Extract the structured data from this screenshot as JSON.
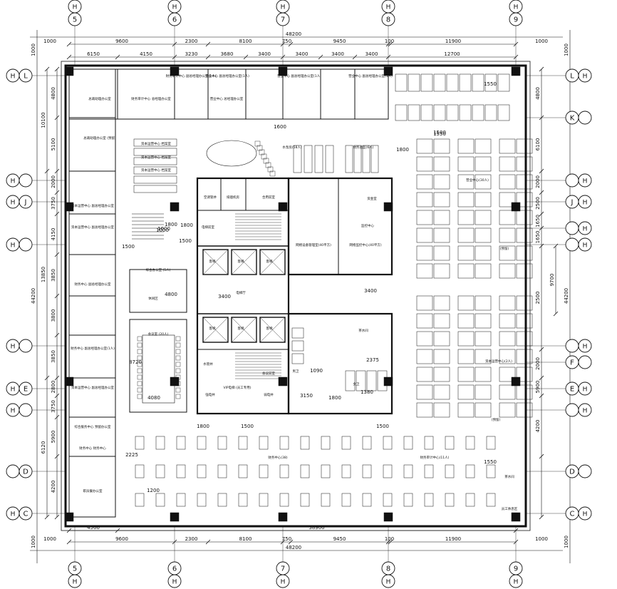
{
  "top_axes": [
    {
      "id": "5",
      "sub": "H"
    },
    {
      "id": "6",
      "sub": "H"
    },
    {
      "id": "7",
      "sub": "H"
    },
    {
      "id": "8",
      "sub": "H"
    },
    {
      "id": "9",
      "sub": "H"
    }
  ],
  "bottom_axes": [
    {
      "id": "5",
      "sub": "H"
    },
    {
      "id": "6",
      "sub": "H"
    },
    {
      "id": "7",
      "sub": "H"
    },
    {
      "id": "8",
      "sub": "H"
    },
    {
      "id": "9",
      "sub": "H"
    }
  ],
  "left_axes": [
    {
      "id": "L",
      "sub": "H"
    },
    {
      "id": "",
      "sub": "H"
    },
    {
      "id": "J",
      "sub": "H"
    },
    {
      "id": "",
      "sub": "H"
    },
    {
      "id": "",
      "sub": "H"
    },
    {
      "id": "E",
      "sub": "H"
    },
    {
      "id": "",
      "sub": "H"
    },
    {
      "id": "D",
      "sub": ""
    },
    {
      "id": "C",
      "sub": "H"
    }
  ],
  "right_axes": [
    {
      "id": "L",
      "sub": "H"
    },
    {
      "id": "K",
      "sub": ""
    },
    {
      "id": "",
      "sub": "H"
    },
    {
      "id": "J",
      "sub": "H"
    },
    {
      "id": "",
      "sub": "H"
    },
    {
      "id": "",
      "sub": "H"
    },
    {
      "id": "",
      "sub": "H"
    },
    {
      "id": "F",
      "sub": ""
    },
    {
      "id": "E",
      "sub": "H"
    },
    {
      "id": "",
      "sub": "H"
    },
    {
      "id": "D",
      "sub": ""
    },
    {
      "id": "C",
      "sub": "H"
    }
  ],
  "dims": {
    "top_total": "48200",
    "top_outer_left": "1000",
    "top_outer_right": "1000",
    "top_row1": [
      "9600",
      "2300",
      "8100",
      "750",
      "9450",
      "100",
      "11900"
    ],
    "top_row2": [
      "6150",
      "4150",
      "3230",
      "3680",
      "3400",
      "3400",
      "3400",
      "3400",
      "12700"
    ],
    "bottom_total": "48200",
    "bottom_outer_left": "1000",
    "bottom_outer_right": "1000",
    "bottom_row1": [
      "9600",
      "2300",
      "8100",
      "750",
      "9450",
      "100",
      "11900"
    ],
    "bottom_row2": [
      "4500",
      "38900"
    ],
    "left_total": "44200",
    "left_outer_top": "1000",
    "left_outer_bottom": "1000",
    "left_row1": [
      "10100",
      "13850",
      "6120"
    ],
    "left_row2": [
      "4800",
      "5100",
      "2000",
      "3750",
      "4150",
      "3850",
      "3800",
      "3850",
      "2800",
      "3750",
      "5900",
      "4200"
    ],
    "right_total": "44200",
    "right_outer_top": "1000",
    "right_outer_bottom": "1000",
    "right_row1": [
      "9700"
    ],
    "right_row2": [
      "4800",
      "6100",
      "2000",
      "2500",
      "1650",
      "1650",
      "2500",
      "2000",
      "5900",
      "4200"
    ]
  },
  "inner_dims": [
    "1550",
    "1500",
    "1600",
    "1500",
    "1800",
    "1500",
    "1800",
    "3400",
    "3400",
    "4800",
    "1000",
    "8720",
    "4080",
    "3150",
    "1800",
    "1380",
    "2375",
    "1090",
    "1800",
    "1500",
    "1500",
    "2225",
    "1000",
    "1200",
    "1550",
    "1800",
    "1550"
  ],
  "rooms": {
    "r1": "总裁助理办公室",
    "r2": "财务审计中心 副总经理办公室(1人)",
    "r3": "财务审计中心 总经理办公室",
    "r4": "营业中心 副总经理办公室(1人)",
    "r5": "营业中心 总经理办公室",
    "r6": "营业中心 副总经理办公室(1人)",
    "r7": "营业中心 副总经理办公室(1人)",
    "r8": "总裁助理办公室 (预留)",
    "r9": "资本运营中心 档案室",
    "r10": "资本运营中心 档案室",
    "r11": "资本运营中心 档案室",
    "r12": "综合办公室 (5人)",
    "r13": "会议室 (20人)",
    "r14": "空调管井",
    "r15": "排烟机房",
    "r16": "电梯前室",
    "r17": "合用前室",
    "r18": "客梯",
    "r19": "客梯",
    "r20": "客梯",
    "r21": "电梯厅",
    "r22": "客梯",
    "r23": "客梯",
    "r24": "客梯",
    "r25": "水管井",
    "r26": "VIP电梯 (员工专用)",
    "r27": "强电井",
    "r28": "弱电井",
    "r29": "会议前室",
    "r30": "水泵房(58人)",
    "r31": "财务总监(6人)",
    "r32": "网络设备管理室(40平方)",
    "r33": "网络监控中心(40平方)",
    "r34": "监控中心",
    "r35": "茶水间",
    "r36": "男卫",
    "r37": "女卫",
    "r38": "资本运营中心 副总经理办公室",
    "r39": "资本运营中心 副总经理办公室",
    "r40": "财务中心 副总经理办公室",
    "r41": "财务中心 副总经理办公室(1人)",
    "r42": "资本运营中心 副总经理办公室",
    "r43": "综合服务中心 预留办公室",
    "r44": "财务中心 财务中心",
    "r45": "职员餐办公室",
    "r46": "营业中心(30人)",
    "r47": "(预留)",
    "r48": "资本运营中心(2人)",
    "r49": "(预留)",
    "r50": "财务中心(38)",
    "r51": "财务审计中心(11人)",
    "r52": "茶水间",
    "r53": "员工休息区",
    "r54": "休闲区",
    "r55": "资金室"
  }
}
